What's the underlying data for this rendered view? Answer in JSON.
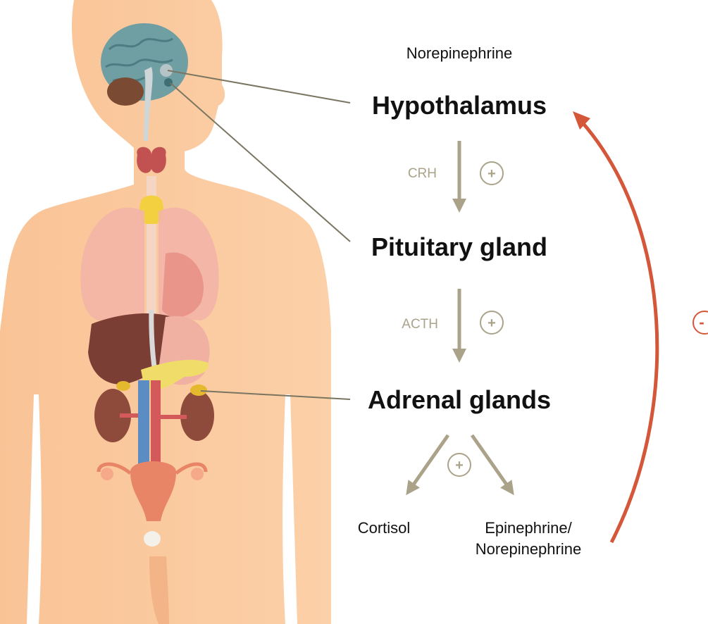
{
  "title_top": "Norepinephrine",
  "nodes": {
    "hypothalamus": "Hypothalamus",
    "pituitary": "Pituitary gland",
    "adrenal": "Adrenal glands"
  },
  "hormones": {
    "crh": "CRH",
    "acth": "ACTH"
  },
  "outputs": {
    "cortisol": "Cortisol",
    "epi_line1": "Epinephrine/",
    "epi_line2": "Norepinephrine"
  },
  "signs": {
    "positive": "+",
    "negative": "-"
  },
  "colors": {
    "skin": "#fcc99c",
    "flow_arrow": "#aaa38a",
    "feedback_arrow": "#d4573a",
    "leader_line": "#7a7560"
  }
}
